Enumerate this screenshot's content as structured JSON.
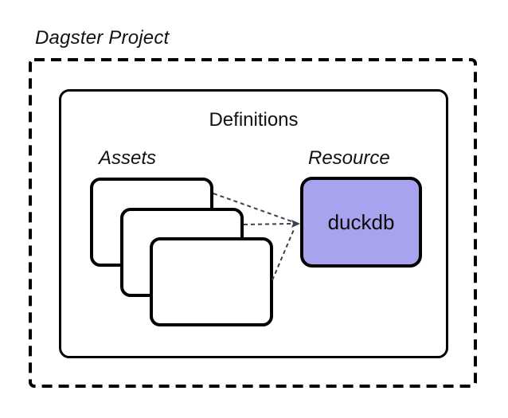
{
  "diagram": {
    "title": "Dagster Project",
    "definitions": {
      "label": "Definitions"
    },
    "assets": {
      "label": "Assets",
      "card_count": 3
    },
    "resource": {
      "label": "Resource",
      "box_label": "duckdb"
    }
  },
  "colors": {
    "background": "#ffffff",
    "box_border": "#000000",
    "outer_dashed_border": "#000000",
    "resource_fill": "#a8a3ee",
    "connector": "#3a4250",
    "text": "#111111"
  }
}
